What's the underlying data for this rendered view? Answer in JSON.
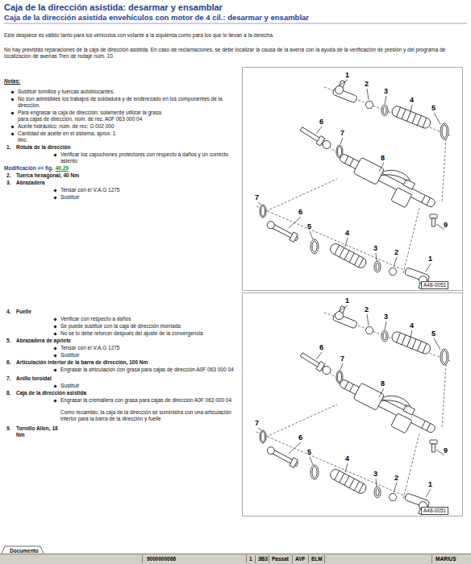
{
  "diagram": {
    "title": "Caja de la dirección asistida: desarmar y ensamblar",
    "labels": [
      "Caja de la dirección asistida envehículos con motor de 4 cil.: desarmar y ensamblar",
      "Este despiece es válido tanto para los vehículos con volante a la izquierda como para los que lo llevan a la derecha.",
      "No hay previstas reparaciones de la caja de dirección asistida. En caso de reclamaciones, se debe localizar la causa de la avería con la ayuda de la verificación de presión y del programa de localización de averías Tren de rodaje núm. 10.",
      "Notas:",
      "Sustituir tornillos y tuercas autoblocantes.",
      "No son admisibles los trabajos de soldadura y de enderezado en los componentes de la dirección.",
      "Para engrasar la caja de dirección: solamente utilizar la grasa para cajas de dirección, núm. de rec. A0F 063 000 04",
      "Aceite hidráulico: núm. de rec: G 002 000",
      "Cantidad de aceite en el sistema, aprox. 1 litro.",
      "1.",
      "Rótula de la dirección",
      "Verificar los capuchones protectores con respecto a daños y un correcto asiento",
      "Modificación => fig.",
      "40.29",
      "2.",
      "Tuerca hexagonal, 40 Nm",
      "3.",
      "Abrazadera",
      "Tensar con el V.A.G 1275",
      "Sustituir",
      "1",
      "2",
      "3",
      "4",
      "5",
      "6",
      "7",
      "8",
      "9",
      "7",
      "6",
      "5",
      "4",
      "3",
      "2",
      "1",
      "A48-0051",
      "4.",
      "Fuelle",
      "Verificar con respecto a daños",
      "Se puede sustituir con la caja de dirección montada",
      "No se lo debe retorcer después del ajuste de la convergencia",
      "5.",
      "Abrazadera de apriete",
      "Tensar con el V.A.G 1275",
      "Sustituir",
      "6.",
      "Articulación interior de la barra de dirección, 100 Nm",
      "Engrasar la articulación con grasa para cajas de dirección A0F 063 000 04",
      "7.",
      "Anillo toroidal",
      "Sustituir",
      "8.",
      "Caja de la dirección asistida",
      "Engrasar la cremallera con grasa para cajas de dirección A0F 063 000 04",
      "Como recambio, la caja de la dirección se suministra con una articulación interior para la barra de la dirección y fuelle",
      "9.",
      "Tornillo Allen, 18 Nm",
      "1",
      "2",
      "3",
      "4",
      "5",
      "6",
      "7",
      "8",
      "9",
      "7",
      "6",
      "5",
      "4",
      "3",
      "2",
      "1",
      "A48-0051",
      "Documento",
      "9000000066",
      "1",
      "3B3",
      "Passat",
      "AVF",
      "ELM",
      "MARIUS"
    ]
  }
}
